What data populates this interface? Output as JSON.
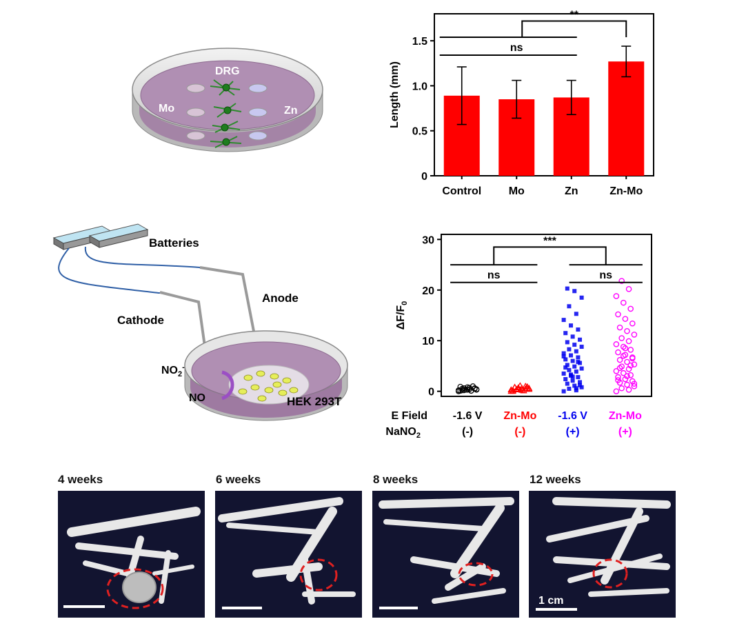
{
  "figure": {
    "panel_a": {
      "labels": {
        "drg": "DRG",
        "mo": "Mo",
        "zn": "Zn"
      }
    },
    "panel_c": {
      "labels": {
        "batteries": "Batteries",
        "anode": "Anode",
        "cathode": "Cathode",
        "no2": "NO",
        "no2_sub": "2",
        "no2_sup": "-",
        "no": "NO",
        "cells": "HEK 293T"
      }
    },
    "panel_e": {
      "labels": [
        "4 weeks",
        "6 weeks",
        "8 weeks",
        "12 weeks"
      ],
      "scale_bar_label": "1 cm"
    }
  },
  "chart_data": [
    {
      "type": "bar",
      "categories": [
        "Control",
        "Mo",
        "Zn",
        "Zn-Mo"
      ],
      "values": [
        0.89,
        0.85,
        0.87,
        1.27
      ],
      "errors": [
        0.32,
        0.21,
        0.19,
        0.17
      ],
      "ylabel": "Length (mm)",
      "ylim": [
        0,
        1.8
      ],
      "yticks": [
        0,
        0.5,
        1.0,
        1.5
      ],
      "ytick_labels": [
        "0",
        "0.5",
        "1.0",
        "1.5"
      ],
      "bar_color": "#ff0000",
      "significance": [
        {
          "label": "ns",
          "groups": [
            "Control",
            "Mo",
            "Zn"
          ]
        },
        {
          "label": "**",
          "groups": [
            "Control-Mo-Zn",
            "Zn-Mo"
          ]
        }
      ]
    },
    {
      "type": "scatter",
      "ylabel_main": "ΔF/F",
      "ylabel_sub": "0",
      "ylim": [
        -1,
        31
      ],
      "yticks": [
        0,
        10,
        20,
        30
      ],
      "ytick_labels": [
        "0",
        "10",
        "20",
        "30"
      ],
      "row_labels": {
        "efield": "E Field",
        "nano2": "NaNO",
        "nano2_sub": "2"
      },
      "groups": [
        {
          "efield": "-1.6 V",
          "nano2": "(-)",
          "color": "#000000",
          "values": [
            0.0,
            0.1,
            0.2,
            0.3,
            0.4,
            0.5,
            0.6,
            0.8,
            0.9,
            1.0,
            0.3,
            0.2,
            0.1,
            0.6,
            0.4,
            0.7,
            0.2,
            0.5,
            0.3,
            0.1
          ]
        },
        {
          "efield": "Zn-Mo",
          "nano2": "(-)",
          "color": "#ff0000",
          "values": [
            0.0,
            0.1,
            0.3,
            0.4,
            0.6,
            0.8,
            0.9,
            1.1,
            0.2,
            0.5,
            0.7,
            0.3,
            0.1,
            0.4,
            0.6,
            0.2,
            0.8,
            0.5,
            0.3,
            0.0,
            1.0,
            0.4
          ]
        },
        {
          "efield": "-1.6 V",
          "nano2": "(+)",
          "color": "#0000ee",
          "values": [
            0.0,
            0.2,
            0.5,
            0.8,
            1.1,
            1.5,
            1.8,
            2.1,
            2.4,
            2.8,
            3.1,
            3.5,
            3.9,
            4.2,
            4.5,
            4.9,
            5.2,
            5.6,
            6.0,
            6.3,
            6.7,
            7.1,
            7.5,
            7.9,
            8.3,
            8.8,
            9.2,
            9.7,
            10.2,
            10.8,
            11.5,
            12.2,
            13.0,
            14.1,
            15.3,
            16.8,
            18.5,
            19.8,
            20.3,
            1.2,
            2.9,
            4.7,
            5.8,
            3.3,
            6.9,
            0.6
          ]
        },
        {
          "efield": "Zn-Mo",
          "nano2": "(+)",
          "color": "#ff00ff",
          "values": [
            0.0,
            0.3,
            0.6,
            1.0,
            1.3,
            1.7,
            2.0,
            2.4,
            2.8,
            3.2,
            3.6,
            4.0,
            4.4,
            4.9,
            5.3,
            5.8,
            6.2,
            6.7,
            7.2,
            7.7,
            8.2,
            8.8,
            9.3,
            9.9,
            10.5,
            11.2,
            11.9,
            12.6,
            13.4,
            14.3,
            15.2,
            16.3,
            17.5,
            18.8,
            20.2,
            21.8,
            1.5,
            3.0,
            4.6,
            6.5,
            8.5,
            2.2,
            5.1,
            7.0
          ]
        }
      ],
      "significance": [
        {
          "label": "ns",
          "groups": [
            0,
            1
          ]
        },
        {
          "label": "ns",
          "groups": [
            2,
            3
          ]
        },
        {
          "label": "***",
          "groups": [
            "0-1",
            "2-3"
          ]
        }
      ]
    }
  ]
}
